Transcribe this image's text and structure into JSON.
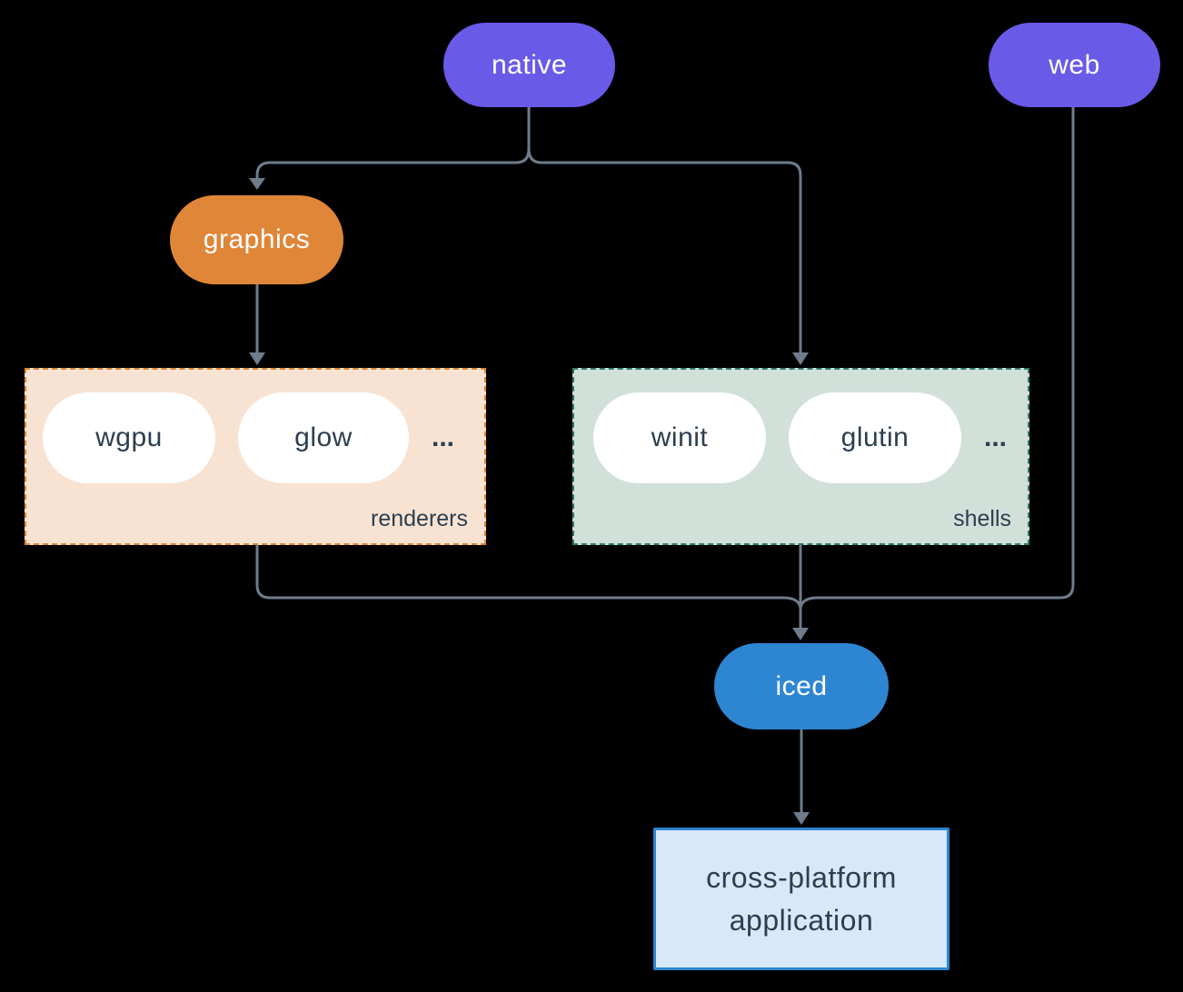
{
  "colors": {
    "background": "#000000",
    "connector": "#6E7C8C",
    "node-purple": "#6A5AE8",
    "node-orange": "#E08638",
    "node-blue": "#2E86D3",
    "node-text": "#FFFFFF",
    "dark-text": "#2C3E50",
    "renderers-fill": "#F8E3D3",
    "renderers-border": "#E0862F",
    "shells-fill": "#D2E0DA",
    "shells-border": "#2F7D6D",
    "app-fill": "#D7E8F8",
    "app-border": "#2E86D3",
    "pill-white": "#FFFFFF"
  },
  "nodes": {
    "native": {
      "label": "native"
    },
    "web": {
      "label": "web"
    },
    "graphics": {
      "label": "graphics"
    },
    "iced": {
      "label": "iced"
    },
    "application": {
      "line1": "cross-platform",
      "line2": "application"
    }
  },
  "groups": {
    "renderers": {
      "label": "renderers",
      "items": [
        "wgpu",
        "glow"
      ],
      "ellipsis": "..."
    },
    "shells": {
      "label": "shells",
      "items": [
        "winit",
        "glutin"
      ],
      "ellipsis": "..."
    }
  }
}
